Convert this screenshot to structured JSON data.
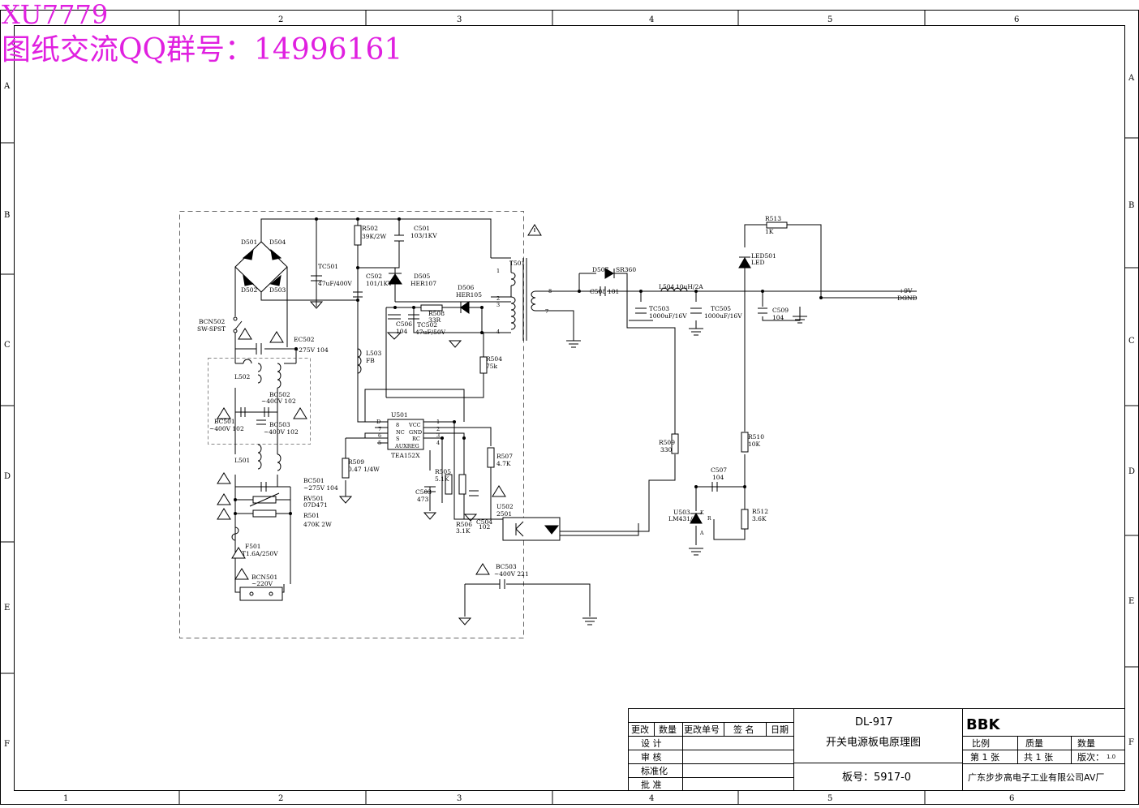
{
  "watermark": {
    "line1": "XU7779",
    "line2": "图纸交流QQ群号：14996161"
  },
  "border": {
    "top_numbers": [
      "2",
      "3",
      "4",
      "5",
      "6"
    ],
    "bottom_numbers": [
      "1",
      "2",
      "3",
      "4",
      "5",
      "6"
    ],
    "left_letters": [
      "A",
      "B",
      "C",
      "D",
      "E",
      "F"
    ],
    "right_letters": [
      "A",
      "B",
      "C",
      "D",
      "E",
      "F"
    ]
  },
  "components": {
    "d501": "D501",
    "d504": "D504",
    "d502": "D502",
    "d503": "D503",
    "tc501": "TC501",
    "tc501_val": "47uF/400V",
    "r502": "R502",
    "r502_val": "39K/2W",
    "c501": "C501",
    "c501_val": "103/1KV",
    "c502": "C502",
    "c502_val": "101/1KV",
    "d505": "D505",
    "d505_val": "HER107",
    "d506": "D506",
    "d506_val": "HER105",
    "t501": "T501",
    "r508": "R508",
    "r508_val": "33R",
    "c506": "C506",
    "c506_val": "104",
    "tc502": "TC502",
    "tc502_val": "47uF/50V",
    "bcn502": "BCN502",
    "bcn502_val": "SW-SPST",
    "ec502": "EC502",
    "ec502_val": "~275V 104",
    "l502": "L502",
    "bc502": "BC502",
    "bc502_val": "~400V 102",
    "bc501": "BC501",
    "bc501_val": "~400V 102",
    "bc503a": "BC503",
    "bc503a_val": "~400V 102",
    "l501": "L501",
    "bc501b": "BC501",
    "bc501b_val": "~275V 104",
    "rv501": "RV501",
    "rv501_val": "07D471",
    "r501": "R501",
    "r501_val": "470K 2W",
    "f501": "F501",
    "f501_val": "T1.6A/250V",
    "bcn501": "BCN501",
    "bcn501_val": "~220V",
    "l503": "L503",
    "l503_val": "FB",
    "r504": "R504",
    "r504_val": "75k",
    "u501": "U501",
    "u501_part": "TEA152X",
    "u501_pins_l": [
      "D",
      "NC",
      "S",
      "AUXREG"
    ],
    "u501_pins_r": [
      "VCC",
      "GND",
      "RC"
    ],
    "u501_pinno_l": [
      "8",
      "7",
      "6",
      "5"
    ],
    "u501_pinno_r": [
      "1",
      "2",
      "3",
      "4"
    ],
    "r509": "R509",
    "r509_val": "0.47  1/4W",
    "r505": "R505",
    "r505_val": "5.1K",
    "c503": "C503",
    "c503_val": "473",
    "r506": "R506",
    "r506_val": "3.1K",
    "c504": "C504",
    "c504_val": "102",
    "r507": "R507",
    "r507_val": "4.7K",
    "u502": "U502",
    "u502_val": "2501",
    "bc503b": "BC503",
    "bc503b_val": "~400V 221",
    "d507": "D507",
    "d507_val": "SR360",
    "c508": "C508",
    "c508_val": "101",
    "l504": "L504",
    "l504_val": "10uH/2A",
    "tc503": "TC503",
    "tc503_val": "1000uF/16V",
    "tc505": "TC505",
    "tc505_val": "1000uF/16V",
    "c509": "C509",
    "c509_val": "104",
    "out_9v": "+9V",
    "out_dgnd": "DGND",
    "r513": "R513",
    "r513_val": "1K",
    "led501": "LED501",
    "led501_val": "LED",
    "r509b": "R509",
    "r509b_val": "330",
    "r510": "R510",
    "r510_val": "10K",
    "c507": "C507",
    "c507_val": "104",
    "u503": "U503",
    "u503_val": "LM431/A",
    "r512": "R512",
    "r512_val": "3.6K",
    "pin_k": "K",
    "pin_r": "R",
    "pin_a": "A",
    "t_pins": [
      "1",
      "2",
      "3",
      "4",
      "8",
      "7"
    ]
  },
  "title_block": {
    "rev_headers": [
      "更改",
      "数量",
      "更改单号",
      "签 名",
      "日期"
    ],
    "roles": [
      "设 计",
      "审 核",
      "标准化",
      "批 准"
    ],
    "model": "DL-917",
    "drawing_name": "开关电源板电原理图",
    "board_no": "板号：5917-0",
    "brand": "BBK",
    "ratio_label": "比例",
    "quality_label": "质量",
    "qty_label": "数量",
    "sheet_label": "第 1 张",
    "total_label": "共 1 张",
    "version_label": "版次：",
    "version_val": "1.0",
    "company": "广东步步高电子工业有限公司AV厂"
  }
}
